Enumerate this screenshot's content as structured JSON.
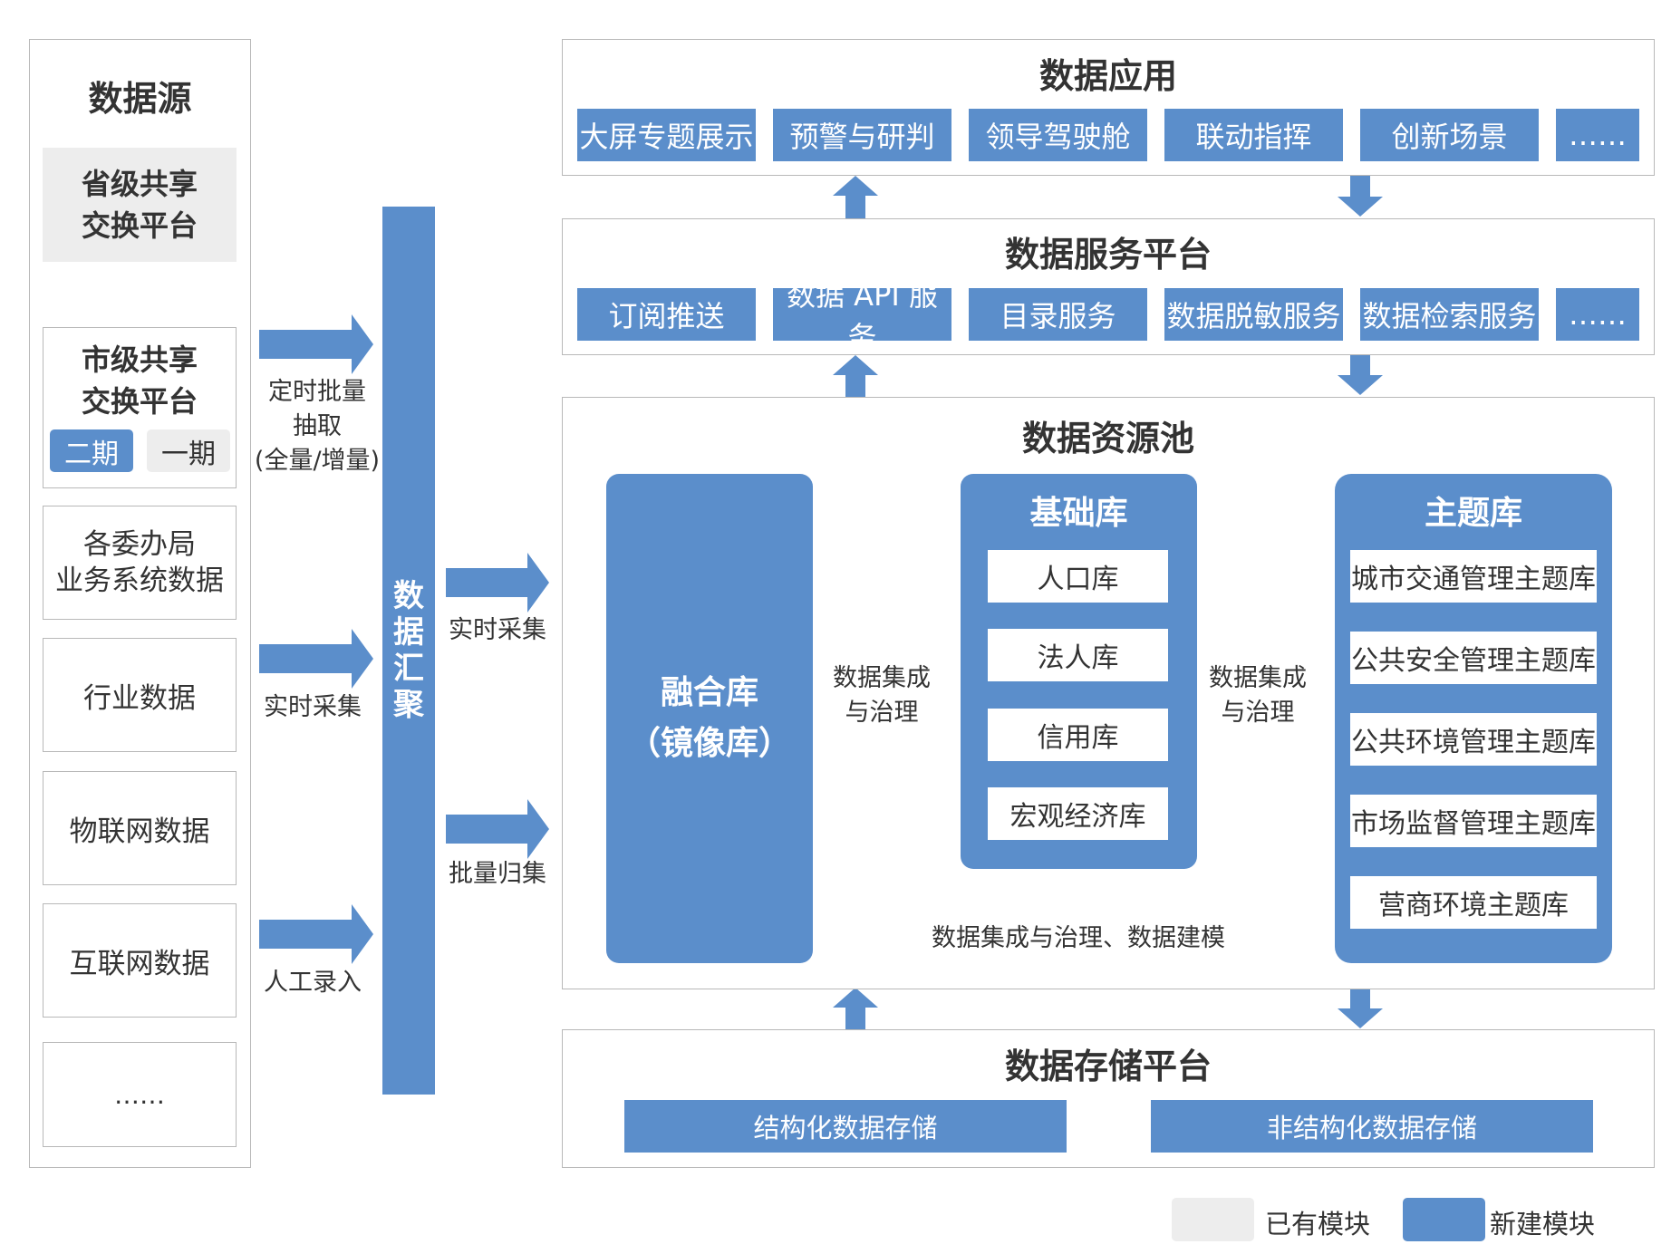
{
  "source": {
    "title": "数据源",
    "provincial": "省级共享\n交换平台",
    "municipal": "市级共享\n交换平台",
    "phase2": "二期",
    "phase1": "一期",
    "items": [
      "各委办局\n业务系统数据",
      "行业数据",
      "物联网数据",
      "互联网数据",
      "……"
    ]
  },
  "flows_left": {
    "scheduled": "定时批量\n抽取\n(全量/增量)",
    "realtime": "实时采集",
    "manual": "人工录入"
  },
  "aggregation": {
    "label": "数\n据\n汇\n聚"
  },
  "flows_right": {
    "realtime": "实时采集",
    "batch": "批量归集"
  },
  "applications": {
    "title": "数据应用",
    "items": [
      "大屏专题展示",
      "预警与研判",
      "领导驾驶舱",
      "联动指挥",
      "创新场景",
      "……"
    ]
  },
  "service_platform": {
    "title": "数据服务平台",
    "items": [
      "订阅推送",
      "数据 API 服务",
      "目录服务",
      "数据脱敏服务",
      "数据检索服务",
      "……"
    ]
  },
  "resource_pool": {
    "title": "数据资源池",
    "fusion": "融合库\n（镜像库）",
    "flow1": "数据集成\n与治理",
    "flow2": "数据集成\n与治理",
    "flow3": "数据集成与治理、数据建模",
    "base": {
      "title": "基础库",
      "items": [
        "人口库",
        "法人库",
        "信用库",
        "宏观经济库"
      ]
    },
    "theme": {
      "title": "主题库",
      "items": [
        "城市交通管理主题库",
        "公共安全管理主题库",
        "公共环境管理主题库",
        "市场监督管理主题库",
        "营商环境主题库"
      ]
    }
  },
  "storage": {
    "title": "数据存储平台",
    "structured": "结构化数据存储",
    "unstructured": "非结构化数据存储"
  },
  "legend": {
    "existing": "已有模块",
    "new": "新建模块"
  },
  "colors": {
    "accent": "#5b8ecb",
    "existing": "#ededed",
    "border": "#b8b8b8"
  }
}
